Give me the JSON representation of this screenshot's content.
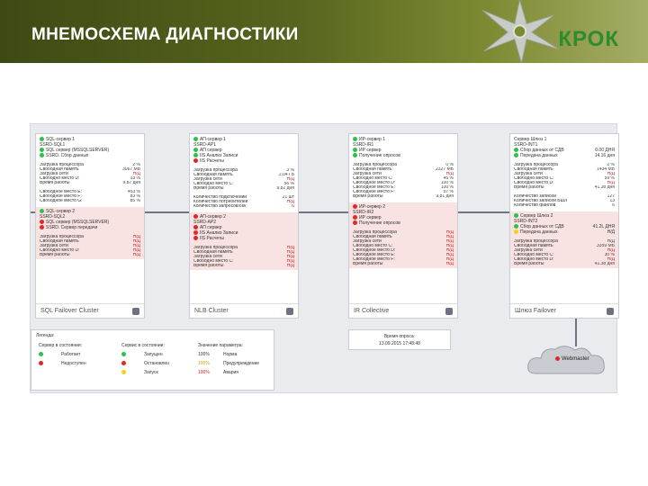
{
  "slide": {
    "title": "МНЕМОСХЕМА ДИАГНОСТИКИ",
    "logo": "КРОК",
    "colors": {
      "header": "#4f5c1a",
      "ok": "#2cc24a",
      "error": "#e02828",
      "warning": "#f2d01c",
      "logo": "#2e8b2e"
    }
  },
  "panels": [
    {
      "footer": "SQL Failover Cluster",
      "lines": [
        {
          "text": "SQL-сервер 1",
          "dot": "g"
        },
        {
          "text": "SSRD-SQL1",
          "dot": ""
        },
        {
          "text": "SQL сервер (MSSQLSERVER)",
          "dot": "g"
        },
        {
          "text": "SSRD. Сбор данных",
          "dot": "g"
        }
      ],
      "metrics": [
        {
          "k": "Загрузка процессора",
          "v": "2 %",
          "red": false
        },
        {
          "k": "Свободная память",
          "v": "3067 МБ",
          "red": false
        },
        {
          "k": "Загрузка сети",
          "v": "Н/Д",
          "red": true
        },
        {
          "k": "Свободно место D:",
          "v": "33 %",
          "red": false
        },
        {
          "k": "Время работы",
          "v": "9,87 дня",
          "red": false
        }
      ],
      "metrics2": [
        {
          "k": "Свободное место E:",
          "v": "453 %",
          "red": false
        },
        {
          "k": "Свободное место F:",
          "v": "83 %",
          "red": false
        },
        {
          "k": "Свободное место G:",
          "v": "85 %",
          "red": false
        }
      ],
      "alt_lines": [
        {
          "text": "SQL-сервер 2",
          "dot": "g"
        },
        {
          "text": "SSRD-SQL2",
          "dot": ""
        },
        {
          "text": "SQL сервер (MSSQLSERVER)",
          "dot": "r"
        },
        {
          "text": "SSRD. Сервер передачи",
          "dot": "r"
        }
      ],
      "alt_metrics": [
        {
          "k": "Загрузка процессора",
          "v": "Н/Д",
          "red": true
        },
        {
          "k": "Свободная память",
          "v": "Н/Д",
          "red": true
        },
        {
          "k": "Загрузка сети",
          "v": "Н/Д",
          "red": true
        },
        {
          "k": "Свободно место D:",
          "v": "Н/Д",
          "red": true
        },
        {
          "k": "Время работы",
          "v": "Н/Д",
          "red": true
        }
      ]
    },
    {
      "footer": "NLB Cluster",
      "lines": [
        {
          "text": "АП-сервер 1",
          "dot": "g"
        },
        {
          "text": "SSRD-AP1",
          "dot": ""
        },
        {
          "text": "АП сервер",
          "dot": "g"
        },
        {
          "text": "IIS Анализ Записи",
          "dot": "g"
        },
        {
          "text": "IIS Расчеты",
          "dot": "r"
        }
      ],
      "metrics": [
        {
          "k": "Загрузка процессора",
          "v": "3 %",
          "red": false
        },
        {
          "k": "Свободная память",
          "v": "2,04 ГБ",
          "red": false
        },
        {
          "k": "Загрузка сети",
          "v": "Н/Д",
          "red": true
        },
        {
          "k": "Свободно место С:",
          "v": "56 %",
          "red": false
        },
        {
          "k": "Время работы",
          "v": "9,82 дня",
          "red": false
        }
      ],
      "metrics2": [
        {
          "k": "Количество подключений",
          "v": "21 шт",
          "red": false
        },
        {
          "k": "Количество потребителей",
          "v": "Н/Д",
          "red": true
        },
        {
          "k": "Количество запросов/сек",
          "v": "6",
          "red": false
        }
      ],
      "alt_lines": [
        {
          "text": "АП-сервер 2",
          "dot": "r"
        },
        {
          "text": "SSRD-AP2",
          "dot": ""
        },
        {
          "text": "АП сервер",
          "dot": "r"
        },
        {
          "text": "IIS Анализ Записи",
          "dot": "r"
        },
        {
          "text": "IIS Расчеты",
          "dot": "r"
        }
      ],
      "alt_metrics": [
        {
          "k": "Загрузка процессора",
          "v": "Н/Д",
          "red": true
        },
        {
          "k": "Свободная память",
          "v": "Н/Д",
          "red": true
        },
        {
          "k": "Загрузка сети",
          "v": "Н/Д",
          "red": true
        },
        {
          "k": "Свободно место С:",
          "v": "Н/Д",
          "red": true
        },
        {
          "k": "Время работы",
          "v": "Н/Д",
          "red": true
        }
      ]
    },
    {
      "footer": "IR Collective",
      "lines": [
        {
          "text": "ИР-сервер 1",
          "dot": "g"
        },
        {
          "text": "SSRD-IR1",
          "dot": ""
        },
        {
          "text": "ИР сервер",
          "dot": "g"
        },
        {
          "text": "Получение опросов",
          "dot": "g"
        }
      ],
      "metrics": [
        {
          "k": "Загрузка процессора",
          "v": "0 %",
          "red": false
        },
        {
          "k": "Свободная память",
          "v": "2327 МБ",
          "red": false
        },
        {
          "k": "Загрузка сети",
          "v": "Н/Д",
          "red": true
        },
        {
          "k": "Свободно место С:",
          "v": "45 %",
          "red": false
        },
        {
          "k": "Свободное место D:",
          "v": "100 %",
          "red": false
        },
        {
          "k": "Свободное место E:",
          "v": "100 %",
          "red": false
        },
        {
          "k": "Свободное место F:",
          "v": "97 %",
          "red": false
        },
        {
          "k": "Время работы",
          "v": "9,81 дня",
          "red": false
        }
      ],
      "metrics2": [],
      "alt_lines": [
        {
          "text": "ИР-сервер 2",
          "dot": "r"
        },
        {
          "text": "SSRD-IR2",
          "dot": ""
        },
        {
          "text": "ИР сервер",
          "dot": "r"
        },
        {
          "text": "Получение опросов",
          "dot": "r"
        }
      ],
      "alt_metrics": [
        {
          "k": "Загрузка процессора",
          "v": "Н/Д",
          "red": true
        },
        {
          "k": "Свободная память",
          "v": "Н/Д",
          "red": true
        },
        {
          "k": "Загрузка сети",
          "v": "Н/Д",
          "red": true
        },
        {
          "k": "Свободно место С:",
          "v": "Н/Д",
          "red": true
        },
        {
          "k": "Свободное место D:",
          "v": "Н/Д",
          "red": true
        },
        {
          "k": "Свободное место E:",
          "v": "Н/Д",
          "red": true
        },
        {
          "k": "Свободное место F:",
          "v": "Н/Д",
          "red": true
        },
        {
          "k": "Время работы",
          "v": "Н/Д",
          "red": true
        }
      ]
    },
    {
      "footer": "Шлюз Failover",
      "lines": [
        {
          "text": "Сервер Шлюз 1",
          "dot": ""
        },
        {
          "text": "SSRD-INT1",
          "dot": ""
        },
        {
          "text": "Сбор данных от СДВ",
          "dot": "g",
          "v": "0.00 ДНЯ"
        },
        {
          "text": "Передача данных",
          "dot": "g",
          "v": "14.16 дня"
        }
      ],
      "metrics": [
        {
          "k": "Загрузка процессора",
          "v": "2 %",
          "red": false
        },
        {
          "k": "Свободная память",
          "v": "1434 МБ",
          "red": false
        },
        {
          "k": "Загрузка сети",
          "v": "Н/Д",
          "red": true
        },
        {
          "k": "Свободно место С:",
          "v": "59 %",
          "red": false
        },
        {
          "k": "Свободно место D:",
          "v": "Н/Д",
          "red": true
        },
        {
          "k": "Время работы",
          "v": "41.38 дня",
          "red": false
        }
      ],
      "metrics2": [
        {
          "k": "Количество записей",
          "v": "127",
          "red": false
        },
        {
          "k": "Количество записей БШЛ",
          "v": "13",
          "red": false
        },
        {
          "k": "Количество файлов",
          "v": "6",
          "red": false
        }
      ],
      "alt_lines": [
        {
          "text": "Сервер Шлюз 2",
          "dot": "g"
        },
        {
          "text": "SSRD-INT2",
          "dot": ""
        },
        {
          "text": "Сбор данных от СДВ",
          "dot": "g",
          "v": "41.2L ДНЯ"
        },
        {
          "text": "Передача данных",
          "dot": "y",
          "v": "Н/Д"
        }
      ],
      "alt_metrics": [
        {
          "k": "Загрузка процессора",
          "v": "Н/Д",
          "red": false
        },
        {
          "k": "Свободная память",
          "v": "3359 МБ",
          "red": false
        },
        {
          "k": "Загрузка сети",
          "v": "Н/Д",
          "red": true
        },
        {
          "k": "Свободно место С:",
          "v": "30 %",
          "red": false
        },
        {
          "k": "Свободно место D:",
          "v": "Н/Д",
          "red": true
        },
        {
          "k": "Время работы",
          "v": "41.38 дня",
          "red": false
        }
      ]
    }
  ],
  "legend": {
    "title": "Легенда:",
    "col1_head": "Сервер в состоянии:",
    "col1": [
      "Работает",
      "Недоступен"
    ],
    "col2_head": "Сервис в состоянии:",
    "col2": [
      "Запущен",
      "Остановлен",
      "Запуск"
    ],
    "col3_head": "Значение параметра:",
    "col3": [
      {
        "v": "100%",
        "t": "Норма",
        "c": ""
      },
      {
        "v": "100%",
        "t": "Предупреждение",
        "c": "yel"
      },
      {
        "v": "100%",
        "t": "Авария",
        "c": "red"
      }
    ]
  },
  "timebox": {
    "label": "Время опроса:",
    "value": "13.09.2015 17:48:48"
  },
  "cloud": {
    "label": "Webmaster"
  }
}
